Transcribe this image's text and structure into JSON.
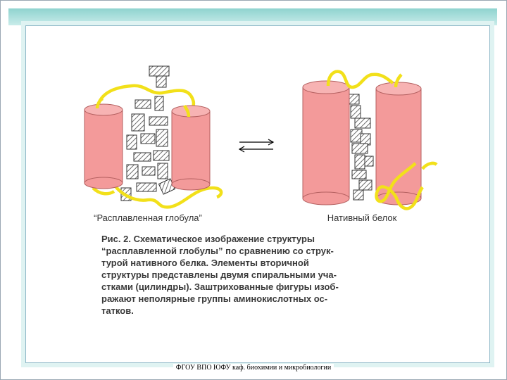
{
  "figure": {
    "label_left": "“Расплавленная глобула”",
    "label_right": "Нативный белок",
    "caption_lines": [
      "Рис. 2. Схематическое изображение структуры",
      "“расплавленной глобулы” по сравнению со струк-",
      "турой нативного белка. Элементы вторичной",
      "структуры представлены двумя спиральными уча-",
      "стками (цилиндры). Заштрихованные фигуры изоб-",
      "ражают неполярные группы аминокислотных ос-",
      "татков."
    ]
  },
  "footer": {
    "text": "ФГОУ ВПО ЮФУ каф. биохимии и микробиологии"
  },
  "colors": {
    "cylinder": "#f39a9a",
    "loop": "#f2e01a",
    "hatch": "#7a7a7a"
  }
}
